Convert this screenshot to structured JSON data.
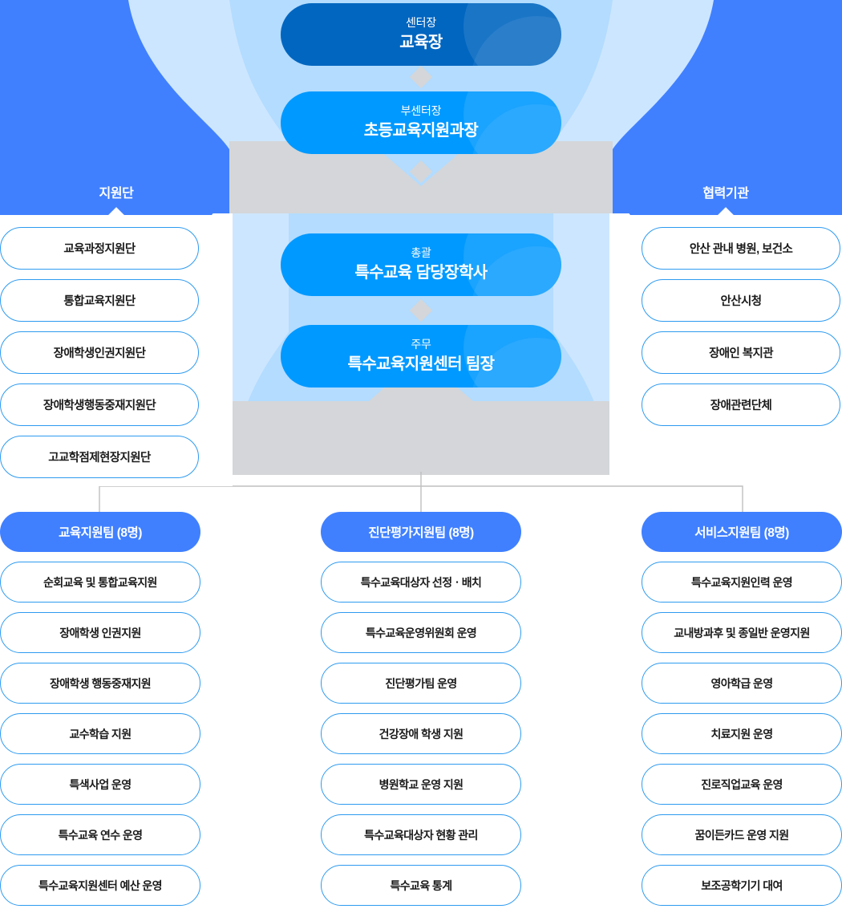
{
  "colors": {
    "dark_blue": "#0066C0",
    "bright_blue": "#0099FF",
    "royal_blue": "#4080FF",
    "light_blue_bg": "#B3DCFF",
    "pale_blue_bg": "#CDE6FF",
    "gray_band": "#D4D6D9",
    "pill_border": "#2E9BF0",
    "white": "#FFFFFF"
  },
  "top_nodes": [
    {
      "role": "센터장",
      "name": "교육장"
    },
    {
      "role": "부센터장",
      "name": "초등교육지원과장"
    }
  ],
  "middle_nodes": [
    {
      "role": "총괄",
      "name": "특수교육 담당장학사"
    },
    {
      "role": "주무",
      "name": "특수교육지원센터 팀장"
    }
  ],
  "left_panel": {
    "title": "지원단",
    "items": [
      "교육과정지원단",
      "통합교육지원단",
      "장애학생인권지원단",
      "장애학생행동중재지원단",
      "고교학점제현장지원단"
    ]
  },
  "right_panel": {
    "title": "협력기관",
    "items": [
      "안산 관내 병원, 보건소",
      "안산시청",
      "장애인 복지관",
      "장애관련단체"
    ]
  },
  "teams": [
    {
      "title": "교육지원팀 (8명)",
      "items": [
        "순회교육 및 통합교육지원",
        "장애학생 인권지원",
        "장애학생 행동중재지원",
        "교수학습 지원",
        "특색사업 운영",
        "특수교육 연수 운영",
        "특수교육지원센터 예산 운영"
      ]
    },
    {
      "title": "진단평가지원팀 (8명)",
      "items": [
        "특수교육대상자 선정ㆍ배치",
        "특수교육운영위원회 운영",
        "진단평가팀 운영",
        "건강장애 학생 지원",
        "병원학교 운영 지원",
        "특수교육대상자 현황 관리",
        "특수교육 통계"
      ]
    },
    {
      "title": "서비스지원팀 (8명)",
      "items": [
        "특수교육지원인력 운영",
        "교내방과후 및 종일반 운영지원",
        "영아학급 운영",
        "치료지원 운영",
        "진로직업교육 운영",
        "꿈이든카드 운영 지원",
        "보조공학기기 대여"
      ]
    }
  ]
}
